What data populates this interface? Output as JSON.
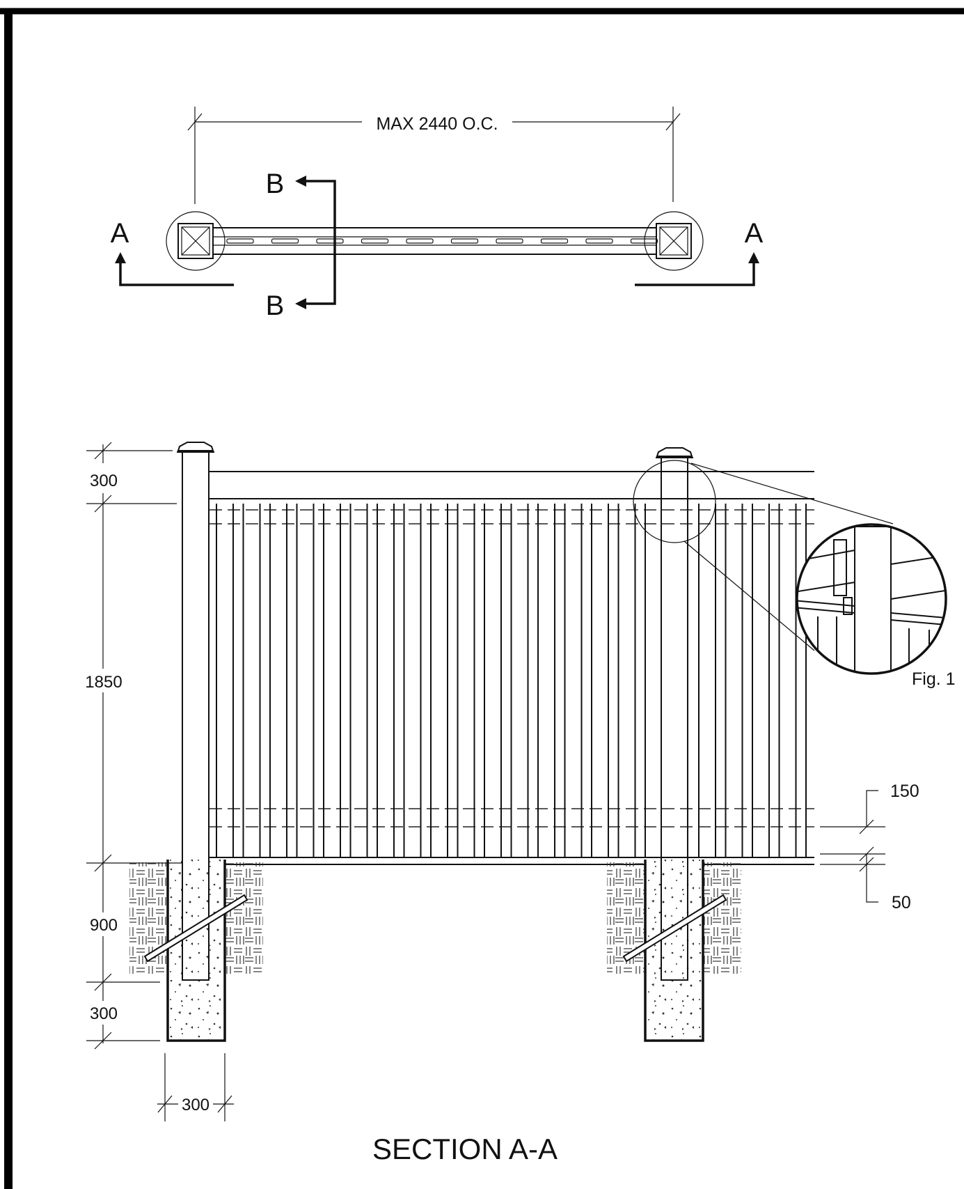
{
  "plan": {
    "spacing_label": "MAX 2440 O.C.",
    "section_a_left": "A",
    "section_a_right": "A",
    "section_b_top": "B",
    "section_b_bottom": "B"
  },
  "section": {
    "dim_top": "300",
    "dim_height": "1850",
    "dim_embed": "900",
    "dim_footing": "300",
    "dim_width": "300",
    "dim_rail_top": "150",
    "dim_rail_bottom": "50",
    "detail_label": "Fig. 1",
    "title": "SECTION A-A"
  }
}
